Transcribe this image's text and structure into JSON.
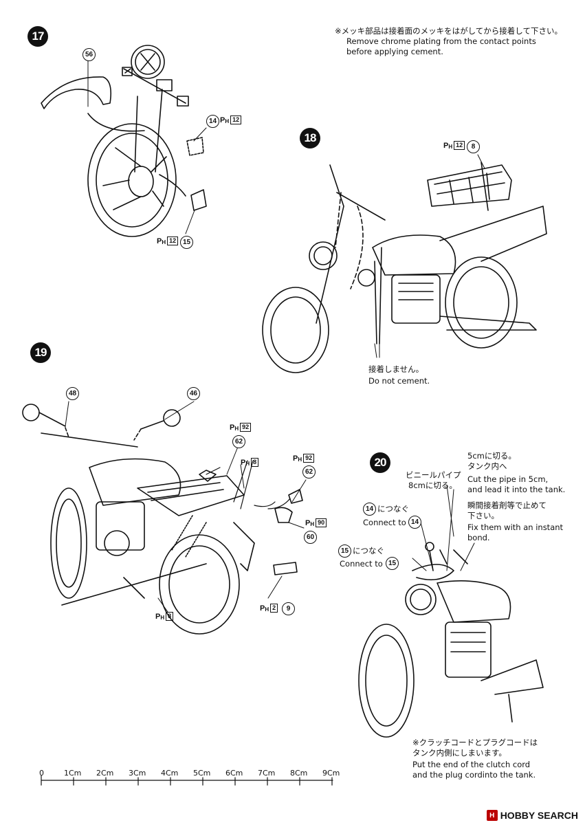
{
  "steps": {
    "s17": "17",
    "s18": "18",
    "s19": "19",
    "s20": "20"
  },
  "notes": {
    "chrome_jp": "※メッキ部品は接着面のメッキをはがしてから接着して下さい。",
    "chrome_en1": "Remove chrome plating from the contact points",
    "chrome_en2": "before applying cement.",
    "nocement_jp": "接着しません。",
    "nocement_en": "Do not cement.",
    "vinyl_jp1": "ビニールパイプ",
    "vinyl_jp2": "8cmに切る。",
    "cut_jp1": "5cmに切る。",
    "cut_jp2": "タンク内へ",
    "cut_en1": "Cut the pipe in 5cm,",
    "cut_en2": "and lead it into the tank.",
    "glue_jp1": "瞬間接着剤等で止めて",
    "glue_jp2": "下さい。",
    "glue_en1": "Fix them with an instant",
    "glue_en2": "bond.",
    "c14_jp": "につなぐ",
    "c14_en": "Connect to",
    "c15_jp": "につなぐ",
    "c15_en": "Connect to",
    "cord_jp1": "※クラッチコードとプラグコードは",
    "cord_jp2": "タンク内側にしまいます。",
    "cord_en1": "Put the end of the clutch cord",
    "cord_en2": "and the plug cordinto the tank."
  },
  "parts": {
    "p56": "56",
    "p14": "14",
    "p15": "15",
    "p8": "8",
    "p48": "48",
    "p46": "46",
    "p62a": "62",
    "p62b": "62",
    "p60": "60",
    "p9": "9"
  },
  "paint": {
    "P": "P",
    "H": "H",
    "c12": "12",
    "c92": "92",
    "c8": "8",
    "c90": "90",
    "c2": "2"
  },
  "ruler": [
    "0",
    "1Cm",
    "2Cm",
    "3Cm",
    "4Cm",
    "5Cm",
    "6Cm",
    "7Cm",
    "8Cm",
    "9Cm"
  ],
  "watermark": {
    "brand": "HOBBY SEARCH",
    "logo": "H"
  }
}
